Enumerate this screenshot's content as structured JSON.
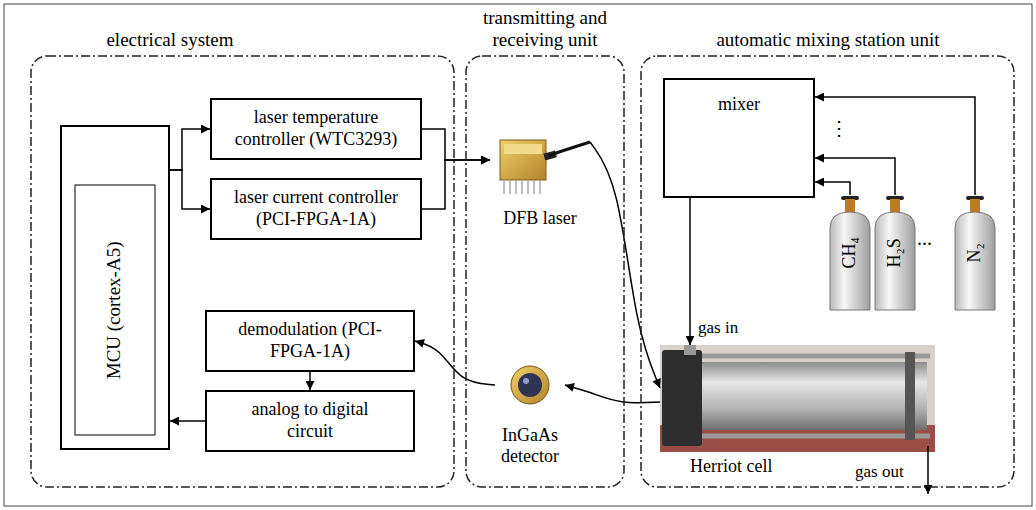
{
  "diagram": {
    "nodes": [
      {
        "text": [
          "electrical system"
        ]
      },
      {
        "text": [
          "MCU (cortex-A5)"
        ],
        "in": 0
      },
      {
        "text": [
          "laser temperature controller (WTC3293)"
        ],
        "in": 0
      },
      {
        "text": [
          "laser current controller (PCI-FPGA-1A)"
        ],
        "in": 0
      },
      {
        "text": [
          "demodulation (PCI-FPGA-1A)"
        ],
        "in": 0
      },
      {
        "text": [
          "analog to digital circuit"
        ],
        "in": 0
      },
      {
        "text": [
          "transmitting and receiving unit"
        ]
      },
      {
        "text": [
          "DFB laser"
        ],
        "in": 6
      },
      {
        "text": [
          "InGaAs detector"
        ],
        "in": 6
      },
      {
        "text": [
          "automatic mixing station unit"
        ]
      },
      {
        "text": [
          "mixer"
        ],
        "in": 9
      },
      {
        "text": [
          "CH₄"
        ],
        "in": 9
      },
      {
        "text": [
          "H₂S"
        ],
        "in": 9
      },
      {
        "text": [
          "N₂"
        ],
        "in": 9
      },
      {
        "text": [
          "Herriot cell"
        ],
        "in": 9
      }
    ],
    "edges": [
      {
        "from": 1,
        "to": 2,
        "arrow": "to"
      },
      {
        "from": 1,
        "to": 3,
        "arrow": "to"
      },
      {
        "from": 2,
        "to": 7,
        "arrow": "to"
      },
      {
        "from": 3,
        "to": 7,
        "arrow": "to"
      },
      {
        "from": 7,
        "to": 14,
        "arrow": "to"
      },
      {
        "from": 14,
        "to": 8,
        "arrow": "to"
      },
      {
        "from": 8,
        "to": 4,
        "arrow": "to"
      },
      {
        "from": 4,
        "to": 5,
        "arrow": "to"
      },
      {
        "from": 5,
        "to": 1,
        "arrow": "to"
      },
      {
        "from": 11,
        "to": 10,
        "arrow": "to"
      },
      {
        "from": 12,
        "to": 10,
        "arrow": "to"
      },
      {
        "from": 13,
        "to": 10,
        "arrow": "to"
      },
      {
        "from": 10,
        "to": 14,
        "arrow": "to"
      }
    ],
    "labels": [
      "gas in",
      "gas out",
      "⋮",
      "..."
    ]
  }
}
